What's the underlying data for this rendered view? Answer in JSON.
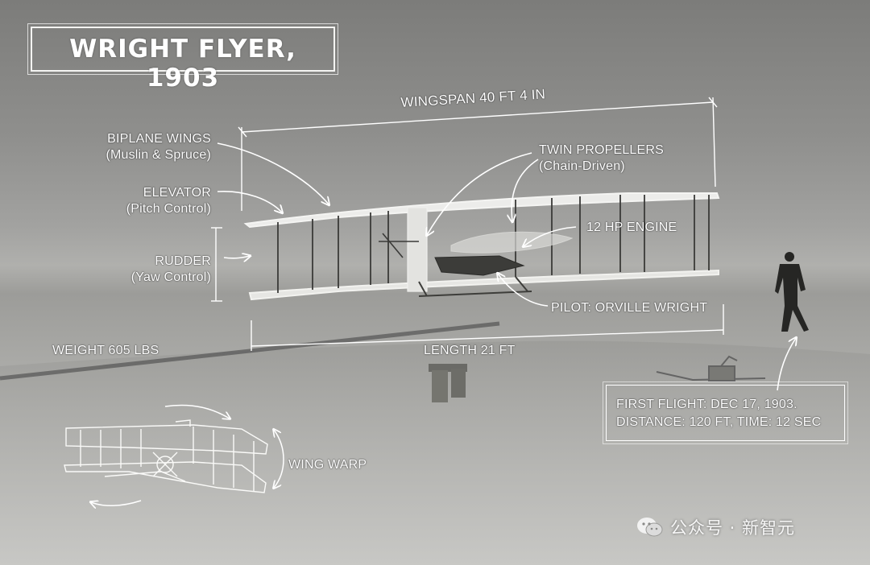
{
  "title": "WRIGHT FLYER, 1903",
  "labels": {
    "wingspan": "WINGSPAN 40 FT 4 IN",
    "biplane_wings": "BIPLANE WINGS",
    "biplane_wings_sub": "(Muslin & Spruce)",
    "elevator": "ELEVATOR",
    "elevator_sub": "(Pitch Control)",
    "rudder": "RUDDER",
    "rudder_sub": "(Yaw Control)",
    "twin_propellers": "TWIN PROPELLERS",
    "twin_propellers_sub": "(Chain-Driven)",
    "engine": "12 HP ENGINE",
    "pilot": "PILOT: ORVILLE WRIGHT",
    "weight": "WEIGHT 605 LBS",
    "length": "LENGTH 21 FT",
    "wing_warp": "WING WARP",
    "first_flight": "FIRST FLIGHT: DEC 17, 1903.",
    "distance_time": "DISTANCE: 120 FT, TIME: 12 SEC"
  },
  "watermark": {
    "text": "公众号 · 新智元",
    "icon": "wechat-icon"
  },
  "colors": {
    "annotation": "#ffffff",
    "photo_tone": "#a2a2a0"
  }
}
